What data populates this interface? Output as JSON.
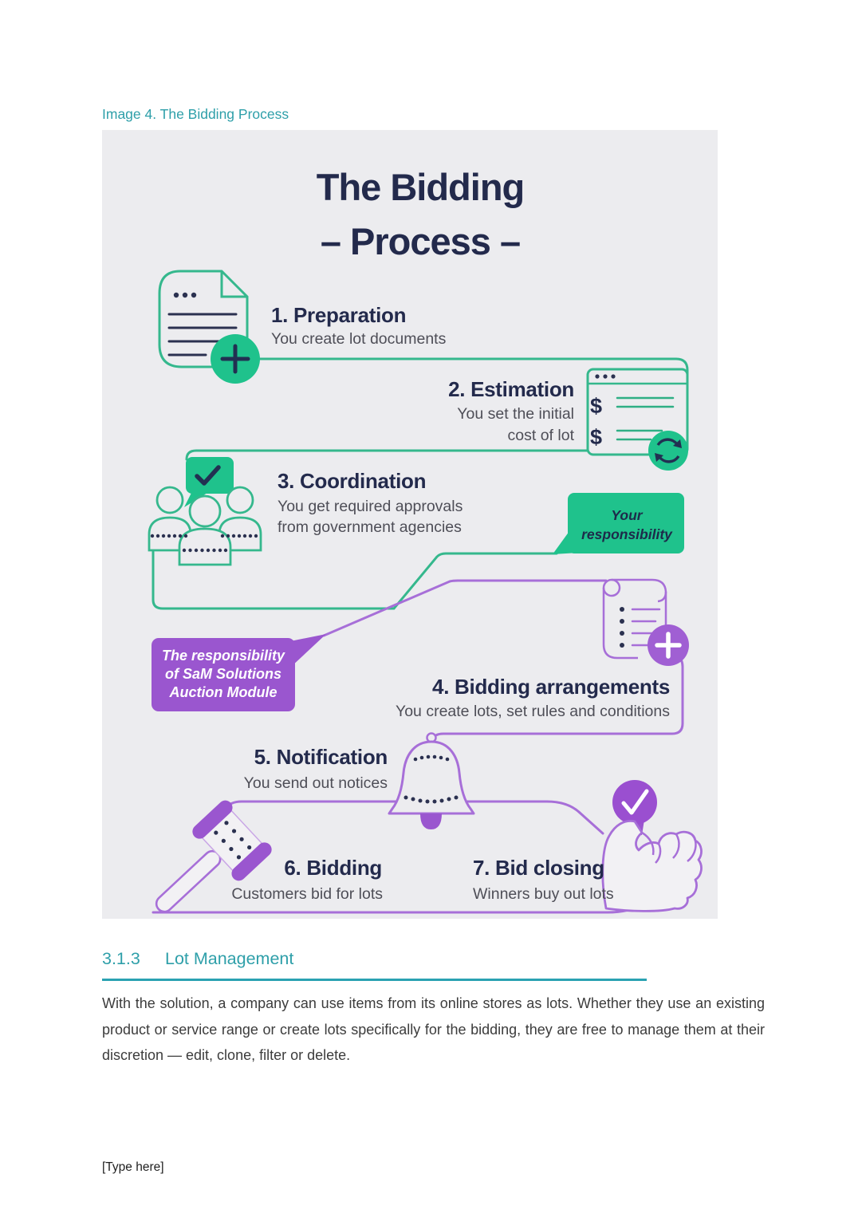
{
  "document": {
    "caption": "Image 4. The Bidding Process",
    "section_number": "3.1.3",
    "section_title": "Lot Management",
    "paragraph": "With the solution, a company can use items from its online stores as lots. Whether they use an existing product or service range or create lots specifically for the bidding, they are free to manage them at their discretion — edit, clone, filter or delete.",
    "footer_placeholder": "[Type here]",
    "accent_teal": "#2E9FA9"
  },
  "infographic": {
    "title": {
      "line1": "The Bidding",
      "line2": "– Process –"
    },
    "steps": [
      {
        "label": "1. Preparation",
        "desc": [
          "You create lot documents"
        ]
      },
      {
        "label": "2. Estimation",
        "desc": [
          "You set the initial",
          "cost of lot"
        ]
      },
      {
        "label": "3. Coordination",
        "desc": [
          "You get required approvals",
          "from government agencies"
        ]
      },
      {
        "label": "4. Bidding arrangements",
        "desc": [
          "You create lots, set rules and conditions"
        ]
      },
      {
        "label": "5. Notification",
        "desc": [
          "You send out notices"
        ]
      },
      {
        "label": "6. Bidding",
        "desc": [
          "Customers bid for lots"
        ]
      },
      {
        "label": "7. Bid closing",
        "desc": [
          "Winners buy out lots"
        ]
      }
    ],
    "badges": {
      "your_responsibility": [
        "Your",
        "responsibility"
      ],
      "sam_solutions": [
        "The responsibility",
        "of SaM Solutions",
        "Auction Module"
      ]
    },
    "dollar_sign": "$",
    "colors": {
      "green_fill": "#1FC28C",
      "green_stroke": "#35B88D",
      "purple_fill": "#9A56CF",
      "purple_line": "#A76FD8",
      "navy": "#232A4C",
      "gray_text": "#4E4E57",
      "background": "#ECECEF"
    }
  }
}
